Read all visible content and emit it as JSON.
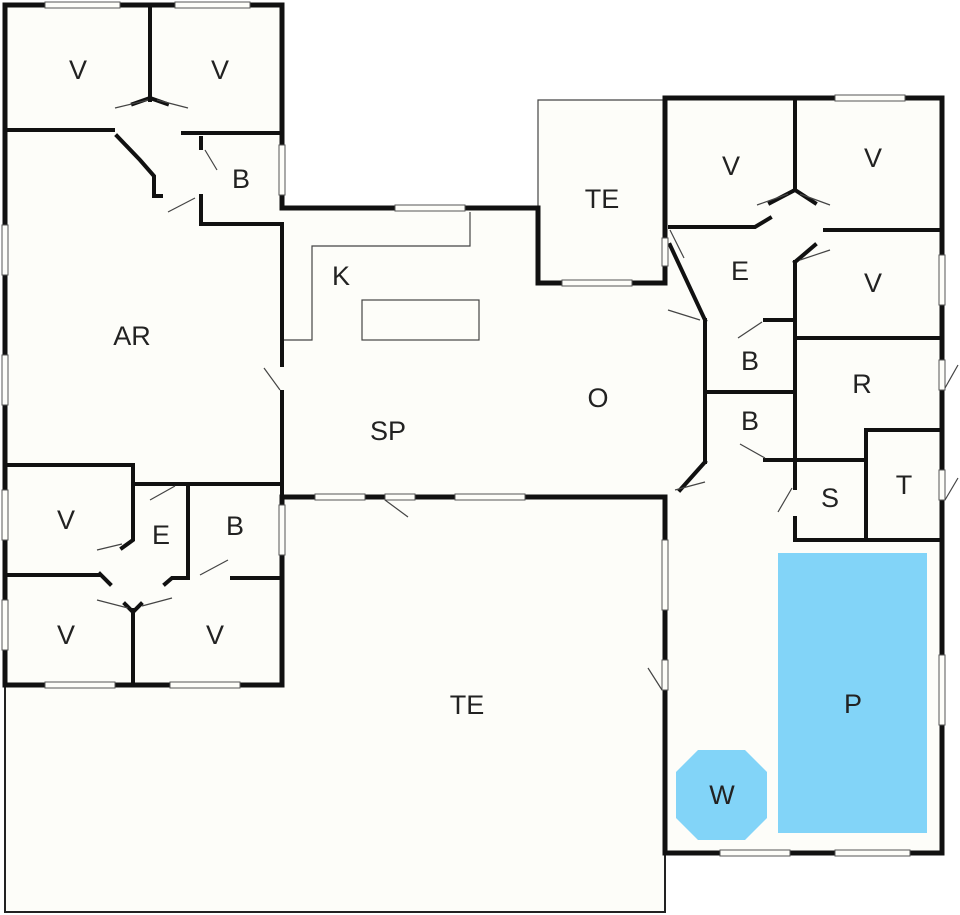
{
  "rooms": {
    "v1": "V",
    "v2": "V",
    "b1": "B",
    "ar": "AR",
    "v3": "V",
    "e1": "E",
    "b2": "B",
    "v4": "V",
    "v5": "V",
    "k": "K",
    "sp": "SP",
    "o": "O",
    "te_top": "TE",
    "v6": "V",
    "v7": "V",
    "e2": "E",
    "v8": "V",
    "b3": "B",
    "b4": "B",
    "r": "R",
    "s": "S",
    "t": "T",
    "te_big": "TE",
    "p": "P",
    "w": "W"
  },
  "colors": {
    "pool": "#82d4f8",
    "floor": "#fdfdf9",
    "wall": "#111111"
  }
}
